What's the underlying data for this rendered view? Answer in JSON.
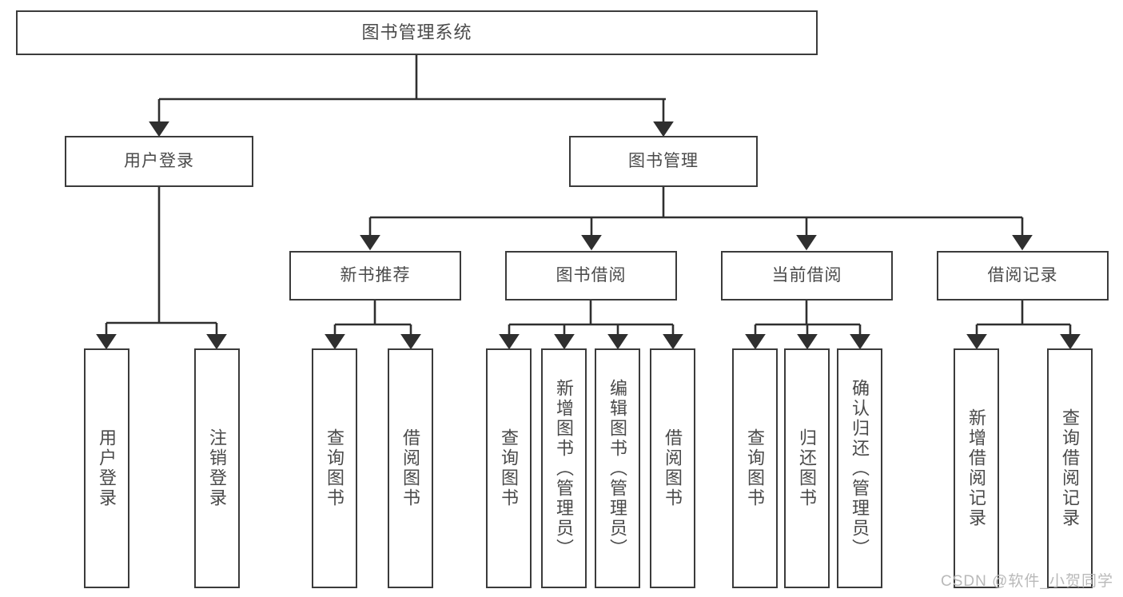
{
  "diagram": {
    "type": "tree-hierarchy",
    "title": "图书管理系统",
    "watermark": "CSDN @软件_小贺同学",
    "colors": {
      "box_border": "#3b3b3b",
      "box_fill": "#ffffff",
      "text": "#4a4a4a",
      "connector": "#2f2f2f",
      "watermark": "#b9b9b9"
    },
    "nodes": {
      "root": {
        "label": "图书管理系统"
      },
      "level2": [
        {
          "label": "用户登录"
        },
        {
          "label": "图书管理"
        }
      ],
      "level3": [
        {
          "label": "新书推荐"
        },
        {
          "label": "图书借阅"
        },
        {
          "label": "当前借阅"
        },
        {
          "label": "借阅记录"
        }
      ],
      "leaves_user_login": [
        {
          "label": "用户登录"
        },
        {
          "label": "注销登录"
        }
      ],
      "leaves_new_books": [
        {
          "label": "查询图书"
        },
        {
          "label": "借阅图书"
        }
      ],
      "leaves_borrow": [
        {
          "label": "查询图书"
        },
        {
          "label": "新增图书（管理员）"
        },
        {
          "label": "编辑图书（管理员）"
        },
        {
          "label": "借阅图书"
        }
      ],
      "leaves_current": [
        {
          "label": "查询图书"
        },
        {
          "label": "归还图书"
        },
        {
          "label": "确认归还（管理员）"
        }
      ],
      "leaves_records": [
        {
          "label": "新增借阅记录"
        },
        {
          "label": "查询借阅记录"
        }
      ]
    }
  }
}
